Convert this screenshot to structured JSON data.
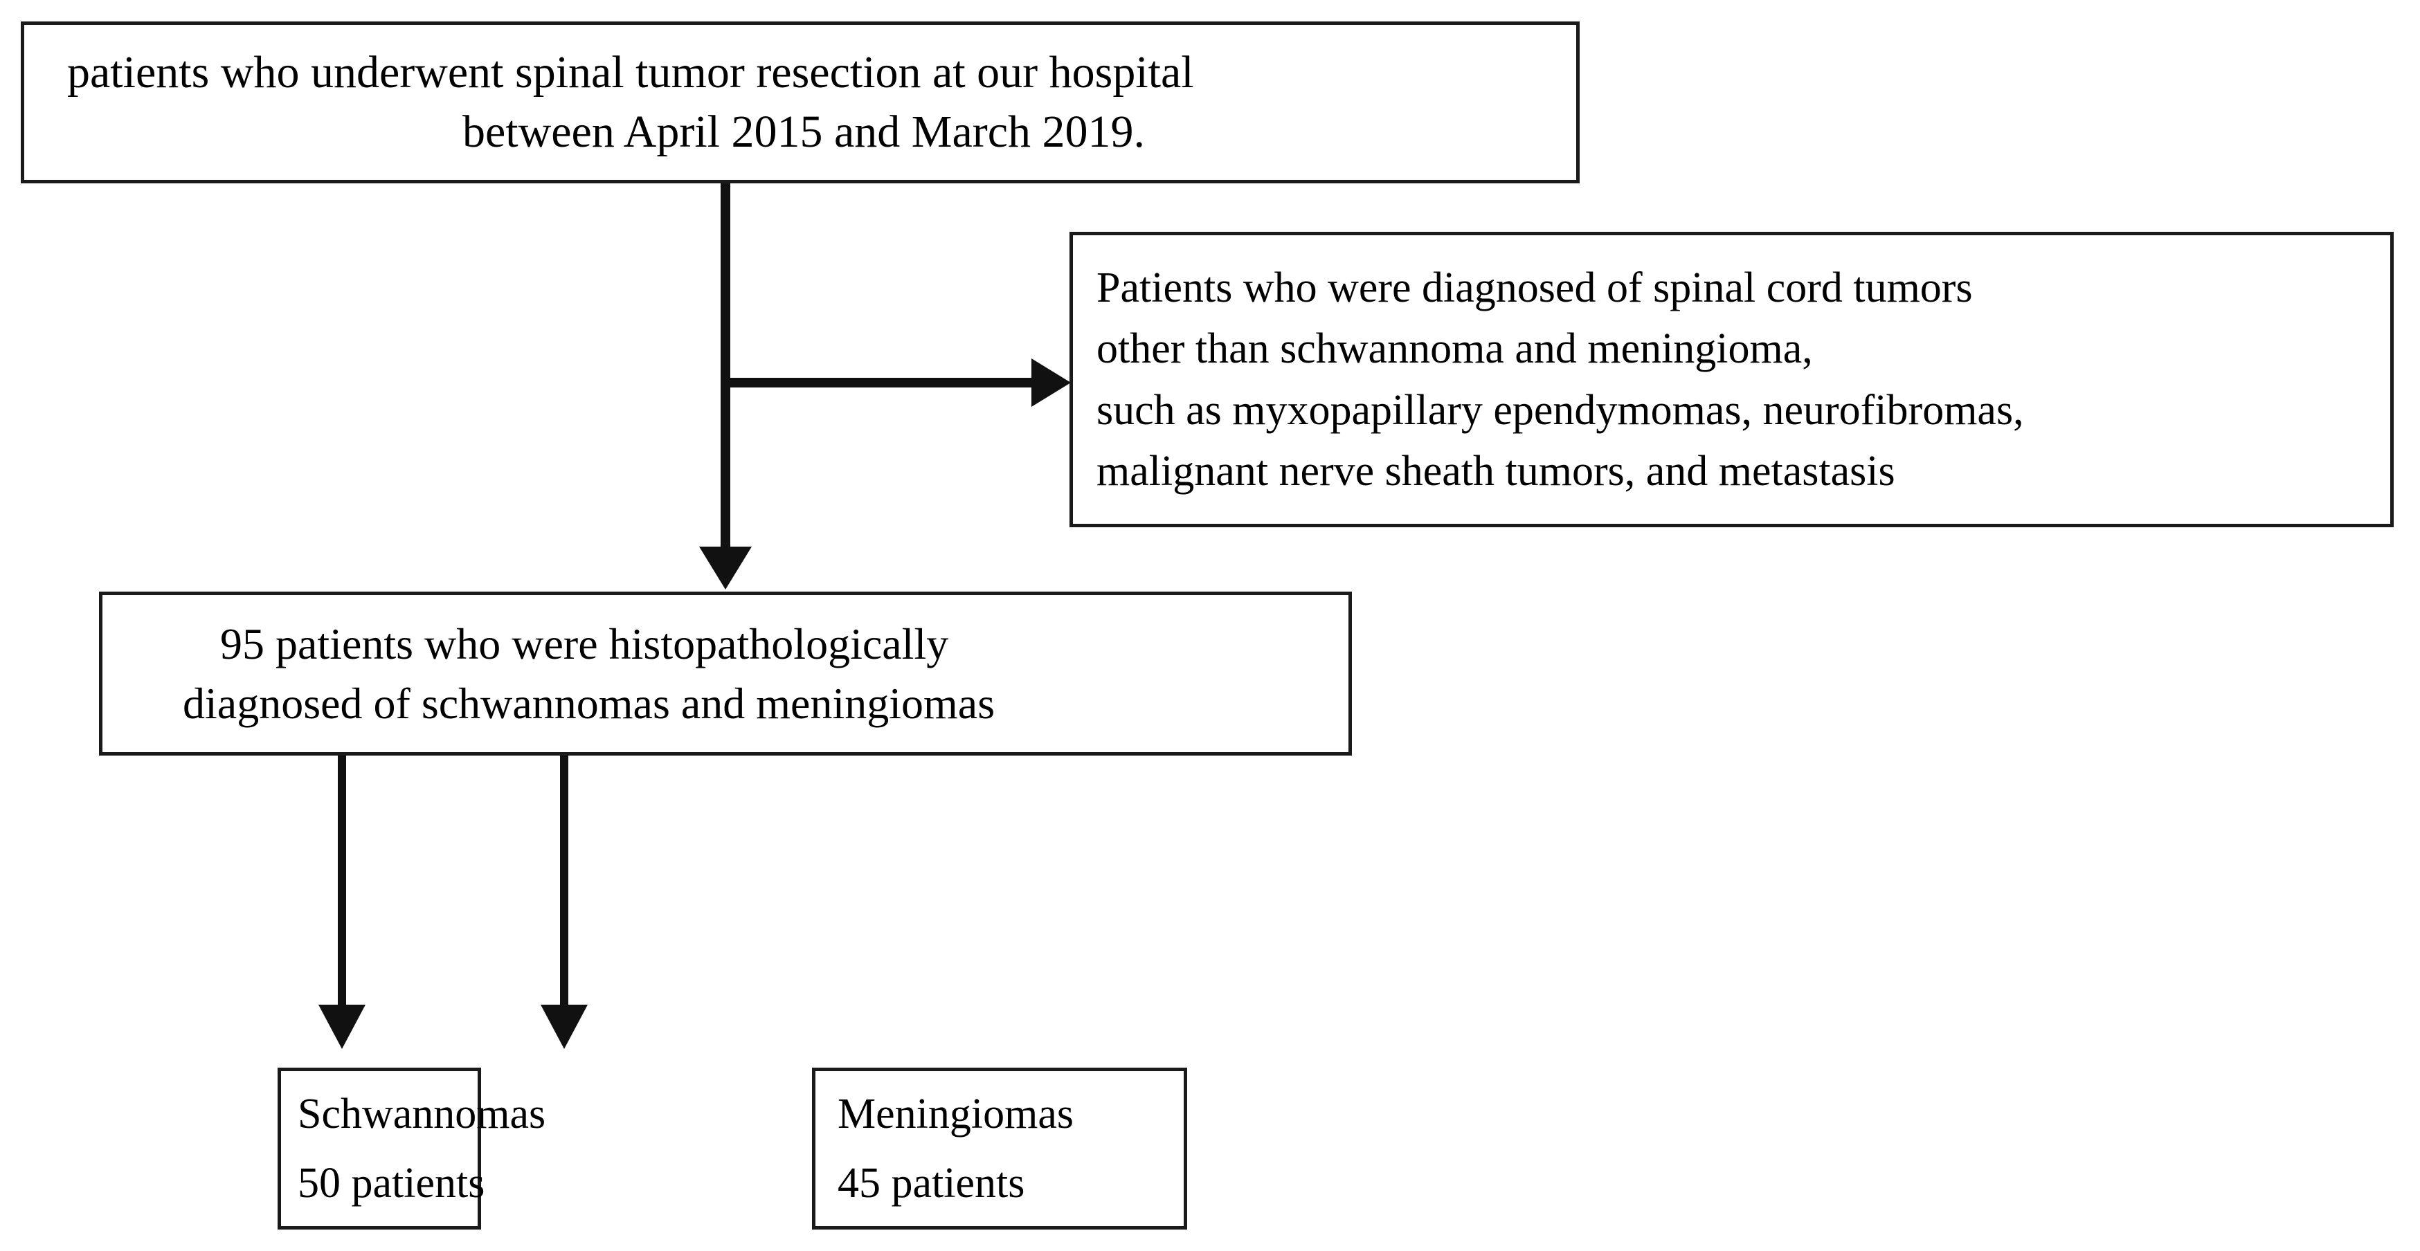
{
  "figure": {
    "type": "patient-selection-flowchart",
    "stroke_color": "#1a1a1a",
    "background_color": "#ffffff"
  },
  "nodes": {
    "enrolled": {
      "name": "enrolled-patients-box",
      "lines": [
        "patients who underwent spinal tumor resection at our hospital",
        "between April 2015 and March 2019."
      ]
    },
    "excluded": {
      "name": "excluded-patients-box",
      "lines": [
        "Patients who were diagnosed of spinal cord tumors",
        "other than schwannoma and meningioma,",
        "such as myxopapillary ependymomas, neurofibromas,",
        "malignant nerve sheath tumors, and metastasis"
      ]
    },
    "included": {
      "name": "included-patients-box",
      "count": 95,
      "lines": [
        "95 patients who were histopathologically",
        "diagnosed of schwannomas and meningiomas"
      ]
    },
    "schwannomas": {
      "name": "schwannomas-group-box",
      "count": 50,
      "lines": [
        "Schwannomas",
        "50 patients"
      ]
    },
    "meningiomas": {
      "name": "meningiomas-group-box",
      "count": 45,
      "lines": [
        "Meningiomas",
        "45 patients"
      ]
    }
  },
  "connectors": [
    {
      "name": "enrolled-to-included-arrow",
      "from": "enrolled",
      "to": "included",
      "direction": "down"
    },
    {
      "name": "enrolled-to-excluded-arrow",
      "from": "enrolled",
      "to": "excluded",
      "direction": "right"
    },
    {
      "name": "included-to-schwannomas-arrow",
      "from": "included",
      "to": "schwannomas",
      "direction": "down"
    },
    {
      "name": "included-to-meningiomas-arrow",
      "from": "included",
      "to": "meningiomas",
      "direction": "down"
    }
  ]
}
